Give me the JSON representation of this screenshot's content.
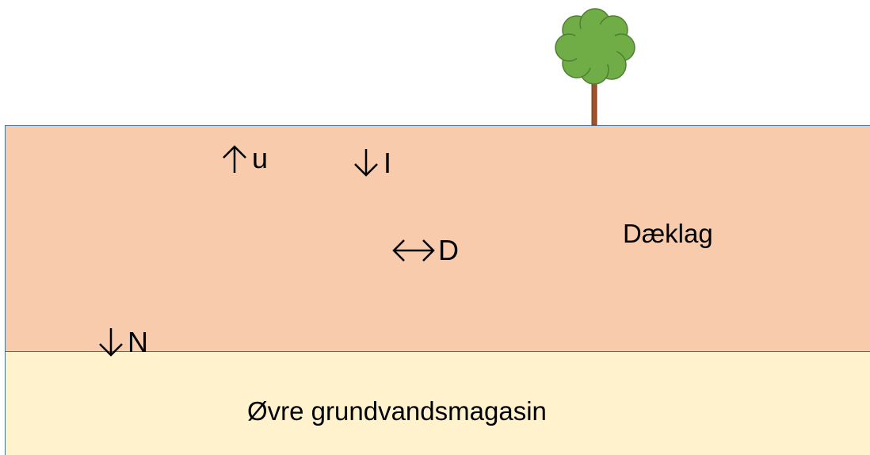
{
  "layers": {
    "cover": {
      "label": "Dæklag",
      "color": "#f8cbad"
    },
    "aquifer": {
      "label": "Øvre grundvandsmagasin",
      "color": "#fff2cc"
    },
    "boundary_color": "#41719c"
  },
  "fluxes": {
    "u": {
      "symbol": "u",
      "direction": "up"
    },
    "i": {
      "symbol": "I",
      "direction": "down"
    },
    "d": {
      "symbol": "D",
      "direction": "horizontal-both"
    },
    "n": {
      "symbol": "N",
      "direction": "down"
    }
  },
  "tree": {
    "icon": "tree-icon",
    "crown_color": "#70ad47",
    "trunk_color": "#a0522d"
  }
}
